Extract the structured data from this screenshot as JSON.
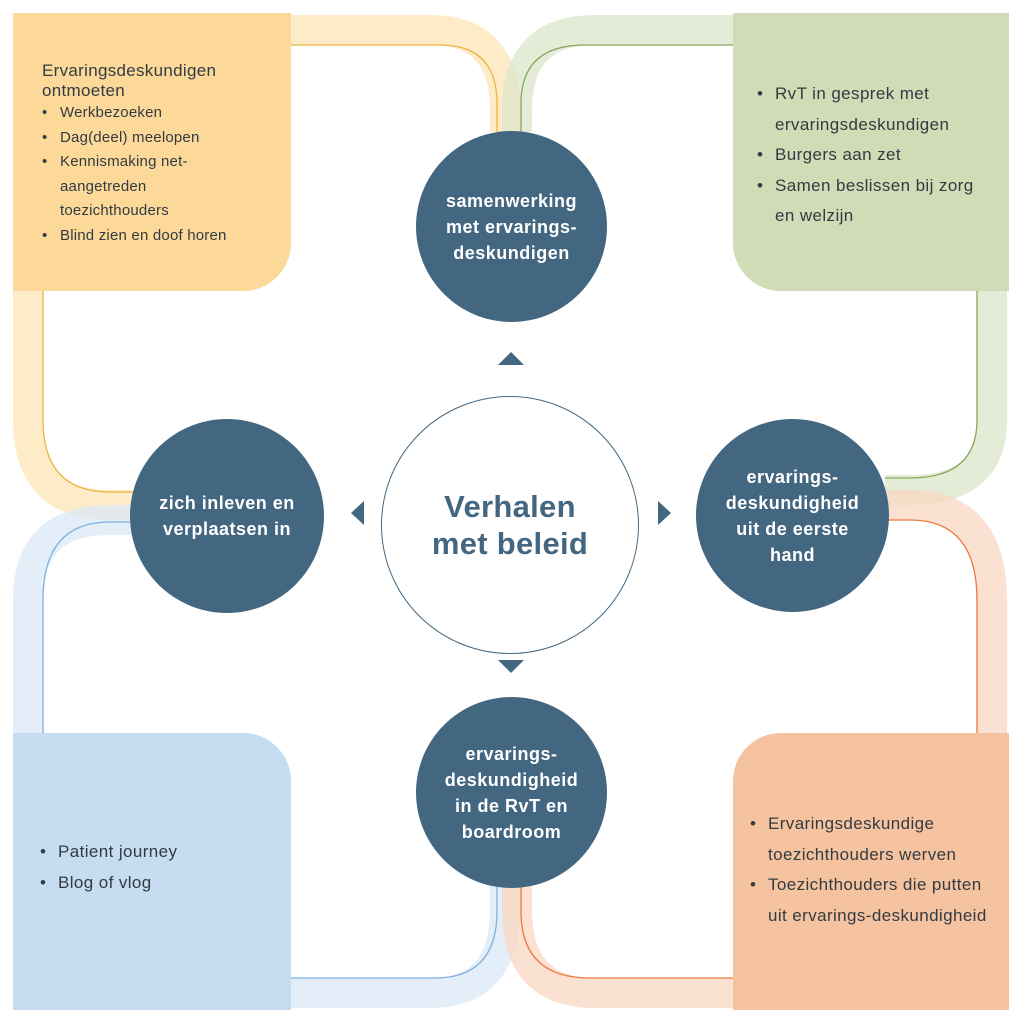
{
  "center": {
    "label": "Verhalen\nmet beleid"
  },
  "nodes": {
    "top": "samenwerking\nmet ervarings-\ndeskundigen",
    "left": "zich inleven en\nverplaatsen in",
    "right": "ervarings-\ndeskundigheid\nuit de eerste\nhand",
    "bottom": "ervarings-\ndeskundigheid\nin de RvT en\nboardroom"
  },
  "boxes": {
    "yellow": {
      "title": "Ervaringsdeskundigen ontmoeten",
      "items": [
        "Werkbezoeken",
        "Dag(deel) meelopen",
        "Kennismaking net-aangetreden toezichthouders",
        "Blind zien en doof horen"
      ]
    },
    "green": {
      "items": [
        "RvT in gesprek met ervaringsdeskundigen",
        "Burgers aan zet",
        "Samen beslissen bij zorg en welzijn"
      ]
    },
    "blue": {
      "items": [
        "Patient journey",
        "Blog of vlog"
      ]
    },
    "orange": {
      "items": [
        "Ervaringsdeskundige toezichthouders werven",
        "Toezichthouders die putten uit ervarings-deskundigheid"
      ]
    }
  },
  "colors": {
    "node": "#436781",
    "yellow": "#fcd999",
    "green": "#cfdcb6",
    "blue": "#c6dcf0",
    "orange": "#f6c3a1",
    "yellow_line": "#e9b640",
    "green_line": "#8aa65c",
    "blue_line": "#7fb0de",
    "orange_line": "#e9793c"
  }
}
